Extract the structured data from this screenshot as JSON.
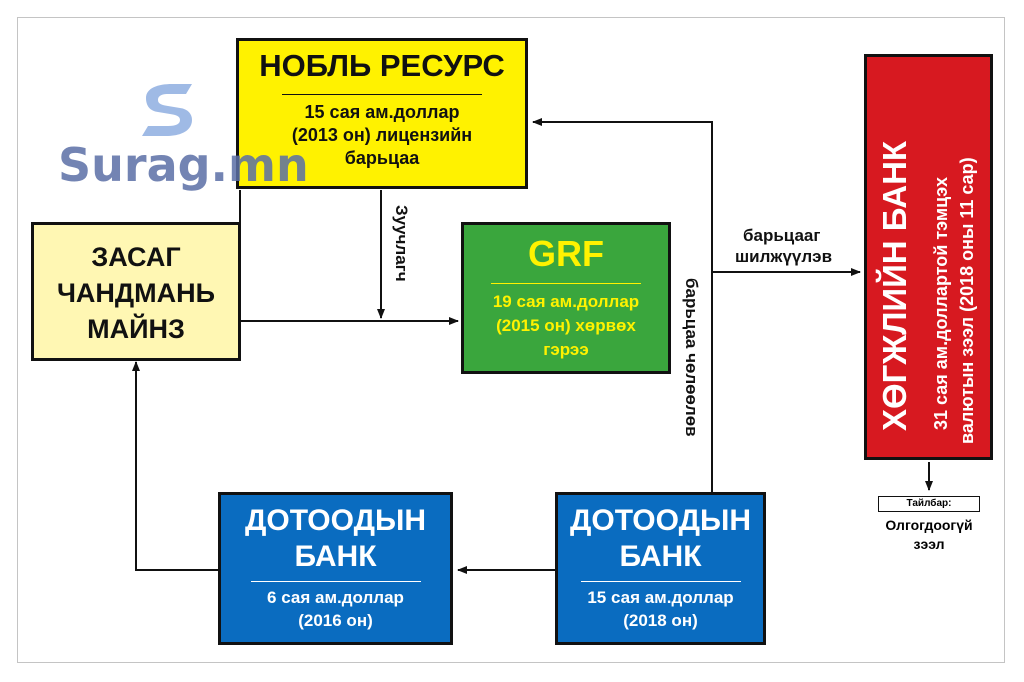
{
  "watermark": {
    "text": "Surag.mn",
    "icon": "surag-logo-icon"
  },
  "nodes": {
    "noble": {
      "title": "НОБЛЬ РЕСУРС",
      "line1": "15 сая ам.доллар",
      "line2": "(2013 он) лицензийн",
      "line3": "барьцаа",
      "color": "#fff200"
    },
    "zasag": {
      "line1": "ЗАСАГ",
      "line2": "ЧАНДМАНЬ",
      "line3": "МАЙНЗ",
      "color": "#fff7b3"
    },
    "grf": {
      "title": "GRF",
      "line1": "19 сая ам.доллар",
      "line2": "(2015 он) хөрвөх",
      "line3": "гэрээ",
      "color": "#3aa63d",
      "text_color": "#fff200"
    },
    "hogjil": {
      "title": "ХӨГЖЛИЙН БАНК",
      "line1": "31 сая ам.доллартой тэмцэх",
      "line2": "валютын зээл (2018 оны 11 сар)",
      "color": "#d71920"
    },
    "dotood1": {
      "line1": "ДОТООДЫН",
      "line2": "БАНК",
      "detail1": "6 сая ам.доллар",
      "detail2": "(2016 он)",
      "color": "#0a6cc0"
    },
    "dotood2": {
      "line1": "ДОТООДЫН",
      "line2": "БАНК",
      "detail1": "15 сая ам.доллар",
      "detail2": "(2018 он)",
      "color": "#0a6cc0"
    }
  },
  "labels": {
    "zuuchlagch": "Зуучлагч",
    "chuluulev": "барьцаа чөлөөлөв",
    "shiljuulev_1": "барьцааг",
    "shiljuulev_2": "шилжүүлэв"
  },
  "legend": {
    "box_label": "Тайлбар:",
    "text_1": "Олгогдоогүй",
    "text_2": "зээл"
  }
}
